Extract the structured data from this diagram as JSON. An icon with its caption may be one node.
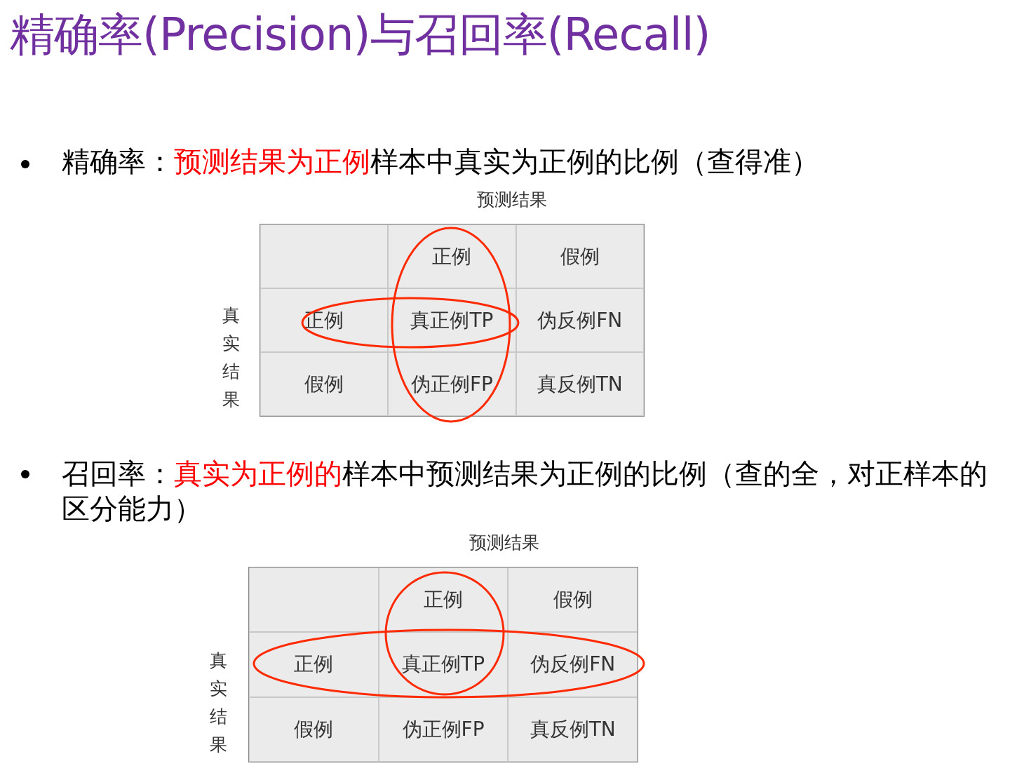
{
  "diagram": {
    "title": "精确率(Precision)与召回率(Recall)",
    "labels": [
      "精确率：",
      "预测结果为正例",
      "样本中真实为正例的比例（查得准）",
      "预测结果",
      "正例",
      "假例",
      "正例",
      "真正例TP",
      "伪反例FN",
      "假例",
      "伪正例FP",
      "真反例TN",
      "真实结果",
      "召回率：",
      "真实为正例的",
      "样本中预测结果为正例的比例（查的全，对正样本的区分能力）",
      "预测结果",
      "正例",
      "假例",
      "正例",
      "真正例TP",
      "伪反例FN",
      "假例",
      "伪正例FP",
      "真反例TN",
      "真实结果"
    ]
  }
}
